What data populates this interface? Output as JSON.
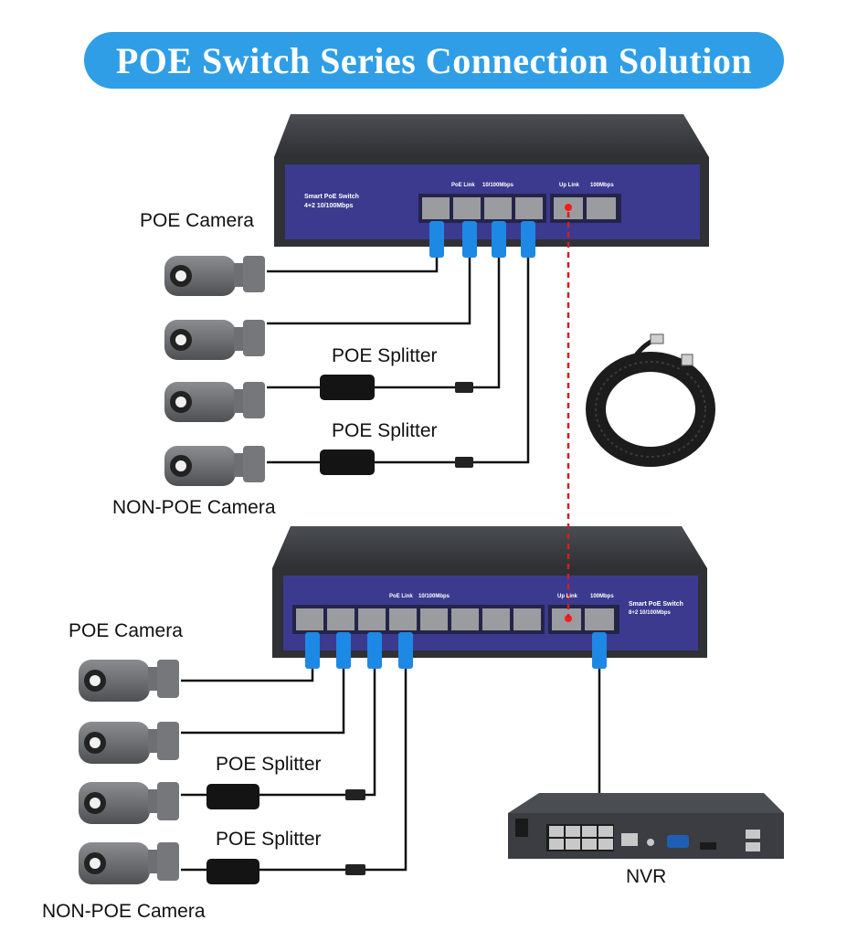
{
  "title": "POE Switch Series Connection Solution",
  "labels": {
    "poe_camera": "POE Camera",
    "poe_splitter": "POE Splitter",
    "non_poe_camera": "NON-POE Camera",
    "nvr": "NVR"
  },
  "switch_top": {
    "name": "Smart PoE Switch",
    "spec": "4+2 10/100Mbps",
    "poe_link": "PoE Link",
    "speed": "10/100Mbps",
    "up_link": "Up Link",
    "uplink_speed": "100Mbps"
  },
  "switch_bottom": {
    "name": "Smart PoE Switch",
    "spec": "8+2 10/100Mbps",
    "poe_link": "PoE Link",
    "speed": "10/100Mbps",
    "up_link": "Up Link",
    "uplink_speed": "100Mbps"
  },
  "colors": {
    "banner": "#2f9ee6",
    "switch_body": "#3a3d42",
    "panel": "#3b3a8f",
    "cable_connector": "#1e88e5",
    "uplink_line": "#d21f1f"
  }
}
